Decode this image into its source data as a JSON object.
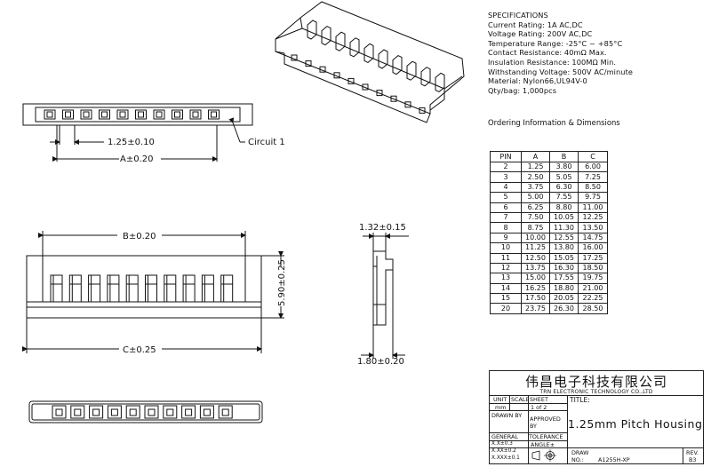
{
  "specifications": {
    "heading": "SPECIFICATIONS",
    "lines": [
      "Current Rating: 1A AC,DC",
      "Voltage Rating: 200V AC,DC",
      "Temperature Range: -25°C ~ +85°C",
      "Contact Resistance: 40mΩ Max.",
      "Insulation Resistance: 100MΩ Min.",
      "Withstanding Voltage: 500V AC/minute",
      "Material: Nylon66,UL94V-0",
      "Qty/bag: 1,000pcs"
    ]
  },
  "ordering_heading": "Ordering Information & Dimensions",
  "dimension_table": {
    "headers": [
      "PIN",
      "A",
      "B",
      "C"
    ],
    "rows": [
      [
        "2",
        "1.25",
        "3.80",
        "6.00"
      ],
      [
        "3",
        "2.50",
        "5.05",
        "7.25"
      ],
      [
        "4",
        "3.75",
        "6.30",
        "8.50"
      ],
      [
        "5",
        "5.00",
        "7.55",
        "9.75"
      ],
      [
        "6",
        "6.25",
        "8.80",
        "11.00"
      ],
      [
        "7",
        "7.50",
        "10.05",
        "12.25"
      ],
      [
        "8",
        "8.75",
        "11.30",
        "13.50"
      ],
      [
        "9",
        "10.00",
        "12.55",
        "14.75"
      ],
      [
        "10",
        "11.25",
        "13.80",
        "16.00"
      ],
      [
        "11",
        "12.50",
        "15.05",
        "17.25"
      ],
      [
        "12",
        "13.75",
        "16.30",
        "18.50"
      ],
      [
        "13",
        "15.00",
        "17.55",
        "19.75"
      ],
      [
        "14",
        "16.25",
        "18.80",
        "21.00"
      ],
      [
        "15",
        "17.50",
        "20.05",
        "22.25"
      ],
      [
        "20",
        "23.75",
        "26.30",
        "28.50"
      ]
    ]
  },
  "dimension_labels": {
    "pitch": "1.25±0.10",
    "a": "A±0.20",
    "circuit": "Circuit 1",
    "b": "B±0.20",
    "c": "C±0.25",
    "height": "5.90±0.25",
    "side_top": "1.32±0.15",
    "side_bottom": "1.80±0.20"
  },
  "title_block": {
    "company_cn": "伟昌电子科技有限公司",
    "company_en": "TRN ELECTRONIC TECHNOLOGY CO.,LTD",
    "unit_label": "UNIT",
    "unit_value": "mm",
    "scale_label": "SCALE",
    "sheet_label": "SHEET",
    "sheet_value": "1 of 2",
    "title_label": "TITLE:",
    "title": "1.25mm Pitch Housing",
    "drawn_by": "DRAWN BY",
    "approved_by": "APPROVED BY",
    "general": "GENERAL",
    "tolerance": "TOLERANCE",
    "tol_1": "X.X±0.3",
    "tol_2": "X.XX±0.2",
    "tol_3": "X.XXX±0.1",
    "angle": "ANGLE±",
    "draw_label": "DRAW",
    "no_label": "NO.:",
    "drawing_no": "A1255H-XP",
    "rev_label": "REV.",
    "rev_value": "B3"
  }
}
